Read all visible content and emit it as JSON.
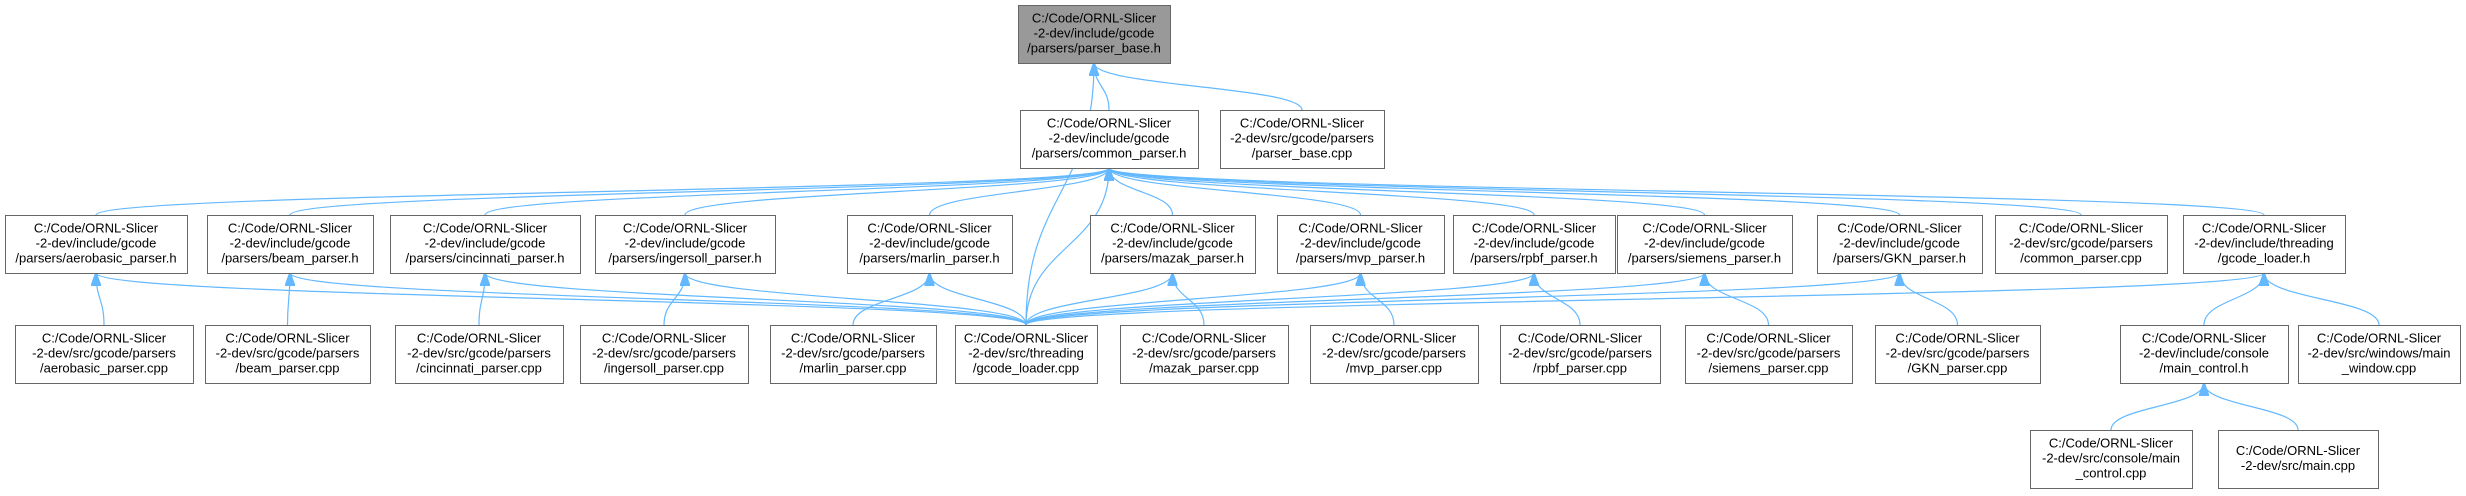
{
  "graph": {
    "nodes": [
      {
        "id": "parser_base_h",
        "lines": [
          "C:/Code/ORNL-Slicer",
          "-2-dev/include/gcode",
          "/parsers/parser_base.h"
        ],
        "highlight": true
      },
      {
        "id": "common_parser_h",
        "lines": [
          "C:/Code/ORNL-Slicer",
          "-2-dev/include/gcode",
          "/parsers/common_parser.h"
        ]
      },
      {
        "id": "parser_base_cpp",
        "lines": [
          "C:/Code/ORNL-Slicer",
          "-2-dev/src/gcode/parsers",
          "/parser_base.cpp"
        ]
      },
      {
        "id": "aerobasic_parser_h",
        "lines": [
          "C:/Code/ORNL-Slicer",
          "-2-dev/include/gcode",
          "/parsers/aerobasic_parser.h"
        ]
      },
      {
        "id": "beam_parser_h",
        "lines": [
          "C:/Code/ORNL-Slicer",
          "-2-dev/include/gcode",
          "/parsers/beam_parser.h"
        ]
      },
      {
        "id": "cincinnati_parser_h",
        "lines": [
          "C:/Code/ORNL-Slicer",
          "-2-dev/include/gcode",
          "/parsers/cincinnati_parser.h"
        ]
      },
      {
        "id": "ingersoll_parser_h",
        "lines": [
          "C:/Code/ORNL-Slicer",
          "-2-dev/include/gcode",
          "/parsers/ingersoll_parser.h"
        ]
      },
      {
        "id": "marlin_parser_h",
        "lines": [
          "C:/Code/ORNL-Slicer",
          "-2-dev/include/gcode",
          "/parsers/marlin_parser.h"
        ]
      },
      {
        "id": "mazak_parser_h",
        "lines": [
          "C:/Code/ORNL-Slicer",
          "-2-dev/include/gcode",
          "/parsers/mazak_parser.h"
        ]
      },
      {
        "id": "mvp_parser_h",
        "lines": [
          "C:/Code/ORNL-Slicer",
          "-2-dev/include/gcode",
          "/parsers/mvp_parser.h"
        ]
      },
      {
        "id": "rpbf_parser_h",
        "lines": [
          "C:/Code/ORNL-Slicer",
          "-2-dev/include/gcode",
          "/parsers/rpbf_parser.h"
        ]
      },
      {
        "id": "siemens_parser_h",
        "lines": [
          "C:/Code/ORNL-Slicer",
          "-2-dev/include/gcode",
          "/parsers/siemens_parser.h"
        ]
      },
      {
        "id": "gkn_parser_h",
        "lines": [
          "C:/Code/ORNL-Slicer",
          "-2-dev/include/gcode",
          "/parsers/GKN_parser.h"
        ]
      },
      {
        "id": "common_parser_cpp",
        "lines": [
          "C:/Code/ORNL-Slicer",
          "-2-dev/src/gcode/parsers",
          "/common_parser.cpp"
        ]
      },
      {
        "id": "gcode_loader_h",
        "lines": [
          "C:/Code/ORNL-Slicer",
          "-2-dev/include/threading",
          "/gcode_loader.h"
        ]
      },
      {
        "id": "aerobasic_parser_cpp",
        "lines": [
          "C:/Code/ORNL-Slicer",
          "-2-dev/src/gcode/parsers",
          "/aerobasic_parser.cpp"
        ]
      },
      {
        "id": "beam_parser_cpp",
        "lines": [
          "C:/Code/ORNL-Slicer",
          "-2-dev/src/gcode/parsers",
          "/beam_parser.cpp"
        ]
      },
      {
        "id": "cincinnati_parser_cpp",
        "lines": [
          "C:/Code/ORNL-Slicer",
          "-2-dev/src/gcode/parsers",
          "/cincinnati_parser.cpp"
        ]
      },
      {
        "id": "ingersoll_parser_cpp",
        "lines": [
          "C:/Code/ORNL-Slicer",
          "-2-dev/src/gcode/parsers",
          "/ingersoll_parser.cpp"
        ]
      },
      {
        "id": "marlin_parser_cpp",
        "lines": [
          "C:/Code/ORNL-Slicer",
          "-2-dev/src/gcode/parsers",
          "/marlin_parser.cpp"
        ]
      },
      {
        "id": "gcode_loader_cpp",
        "lines": [
          "C:/Code/ORNL-Slicer",
          "-2-dev/src/threading",
          "/gcode_loader.cpp"
        ]
      },
      {
        "id": "mazak_parser_cpp",
        "lines": [
          "C:/Code/ORNL-Slicer",
          "-2-dev/src/gcode/parsers",
          "/mazak_parser.cpp"
        ]
      },
      {
        "id": "mvp_parser_cpp",
        "lines": [
          "C:/Code/ORNL-Slicer",
          "-2-dev/src/gcode/parsers",
          "/mvp_parser.cpp"
        ]
      },
      {
        "id": "rpbf_parser_cpp",
        "lines": [
          "C:/Code/ORNL-Slicer",
          "-2-dev/src/gcode/parsers",
          "/rpbf_parser.cpp"
        ]
      },
      {
        "id": "siemens_parser_cpp",
        "lines": [
          "C:/Code/ORNL-Slicer",
          "-2-dev/src/gcode/parsers",
          "/siemens_parser.cpp"
        ]
      },
      {
        "id": "gkn_parser_cpp",
        "lines": [
          "C:/Code/ORNL-Slicer",
          "-2-dev/src/gcode/parsers",
          "/GKN_parser.cpp"
        ]
      },
      {
        "id": "main_control_h",
        "lines": [
          "C:/Code/ORNL-Slicer",
          "-2-dev/include/console",
          "/main_control.h"
        ]
      },
      {
        "id": "main_window_cpp",
        "lines": [
          "C:/Code/ORNL-Slicer",
          "-2-dev/src/windows/main",
          "_window.cpp"
        ]
      },
      {
        "id": "main_control_cpp",
        "lines": [
          "C:/Code/ORNL-Slicer",
          "-2-dev/src/console/main",
          "_control.cpp"
        ]
      },
      {
        "id": "main_cpp",
        "lines": [
          "C:/Code/ORNL-Slicer",
          "-2-dev/src/main.cpp"
        ]
      }
    ],
    "edges": [
      [
        "common_parser_h",
        "parser_base_h"
      ],
      [
        "parser_base_cpp",
        "parser_base_h"
      ],
      [
        "gcode_loader_cpp",
        "parser_base_h"
      ],
      [
        "aerobasic_parser_h",
        "common_parser_h"
      ],
      [
        "beam_parser_h",
        "common_parser_h"
      ],
      [
        "cincinnati_parser_h",
        "common_parser_h"
      ],
      [
        "ingersoll_parser_h",
        "common_parser_h"
      ],
      [
        "marlin_parser_h",
        "common_parser_h"
      ],
      [
        "mazak_parser_h",
        "common_parser_h"
      ],
      [
        "mvp_parser_h",
        "common_parser_h"
      ],
      [
        "rpbf_parser_h",
        "common_parser_h"
      ],
      [
        "siemens_parser_h",
        "common_parser_h"
      ],
      [
        "gkn_parser_h",
        "common_parser_h"
      ],
      [
        "common_parser_cpp",
        "common_parser_h"
      ],
      [
        "gcode_loader_h",
        "common_parser_h"
      ],
      [
        "gcode_loader_cpp",
        "common_parser_h"
      ],
      [
        "aerobasic_parser_cpp",
        "aerobasic_parser_h"
      ],
      [
        "gcode_loader_cpp",
        "aerobasic_parser_h"
      ],
      [
        "beam_parser_cpp",
        "beam_parser_h"
      ],
      [
        "gcode_loader_cpp",
        "beam_parser_h"
      ],
      [
        "cincinnati_parser_cpp",
        "cincinnati_parser_h"
      ],
      [
        "gcode_loader_cpp",
        "cincinnati_parser_h"
      ],
      [
        "ingersoll_parser_cpp",
        "ingersoll_parser_h"
      ],
      [
        "gcode_loader_cpp",
        "ingersoll_parser_h"
      ],
      [
        "marlin_parser_cpp",
        "marlin_parser_h"
      ],
      [
        "gcode_loader_cpp",
        "marlin_parser_h"
      ],
      [
        "mazak_parser_cpp",
        "mazak_parser_h"
      ],
      [
        "gcode_loader_cpp",
        "mazak_parser_h"
      ],
      [
        "mvp_parser_cpp",
        "mvp_parser_h"
      ],
      [
        "gcode_loader_cpp",
        "mvp_parser_h"
      ],
      [
        "rpbf_parser_cpp",
        "rpbf_parser_h"
      ],
      [
        "gcode_loader_cpp",
        "rpbf_parser_h"
      ],
      [
        "siemens_parser_cpp",
        "siemens_parser_h"
      ],
      [
        "gcode_loader_cpp",
        "siemens_parser_h"
      ],
      [
        "gkn_parser_cpp",
        "gkn_parser_h"
      ],
      [
        "gcode_loader_cpp",
        "gkn_parser_h"
      ],
      [
        "gcode_loader_cpp",
        "gcode_loader_h"
      ],
      [
        "main_control_h",
        "gcode_loader_h"
      ],
      [
        "main_window_cpp",
        "gcode_loader_h"
      ],
      [
        "main_control_cpp",
        "main_control_h"
      ],
      [
        "main_cpp",
        "main_control_h"
      ]
    ]
  },
  "colors": {
    "edge": "#63b8ff",
    "node_border": "#666666",
    "node_fill": "#ffffff",
    "root_fill": "#999999"
  }
}
